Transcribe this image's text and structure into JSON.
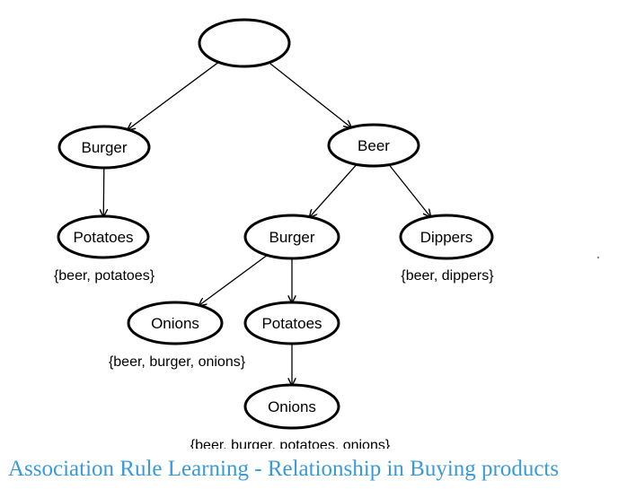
{
  "diagram": {
    "nodes": {
      "root": "",
      "burger_left": "Burger",
      "potatoes_left": "Potatoes",
      "beer": "Beer",
      "burger_mid": "Burger",
      "dippers": "Dippers",
      "onions_left": "Onions",
      "potatoes_mid": "Potatoes",
      "onions_bottom": "Onions"
    },
    "itemsets": {
      "beer_potatoes": "{beer, potatoes}",
      "beer_dippers": "{beer, dippers}",
      "beer_burger_onions": "{beer, burger, onions}",
      "beer_burger_potatoes_onions": "{beer, burger, potatoes, onions}"
    },
    "edges": [
      [
        "root",
        "burger_left"
      ],
      [
        "root",
        "beer"
      ],
      [
        "burger_left",
        "potatoes_left"
      ],
      [
        "beer",
        "burger_mid"
      ],
      [
        "beer",
        "dippers"
      ],
      [
        "burger_mid",
        "onions_left"
      ],
      [
        "burger_mid",
        "potatoes_mid"
      ],
      [
        "potatoes_mid",
        "onions_bottom"
      ]
    ]
  },
  "caption": "Association Rule Learning - Relationship in Buying products",
  "colors": {
    "caption": "#3a9ad9",
    "stroke": "#000000"
  }
}
